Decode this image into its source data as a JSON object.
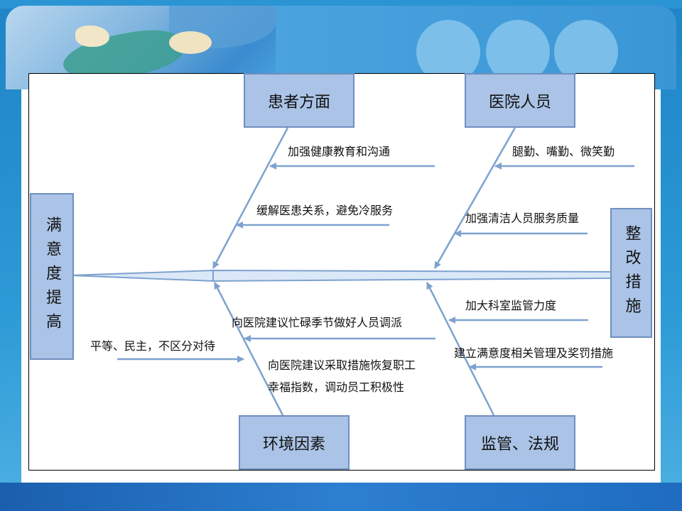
{
  "diagram": {
    "head": "整改措施",
    "tail": "满意度提高",
    "categories": {
      "top_left": "患者方面",
      "top_right": "医院人员",
      "bottom_left": "环境因素",
      "bottom_right": "监管、法规"
    },
    "causes": {
      "top_left": [
        "加强健康教育和沟通",
        "缓解医患关系，避免冷服务"
      ],
      "top_right": [
        "腿勤、嘴勤、微笑勤",
        "加强清洁人员服务质量"
      ],
      "bottom_left": [
        "向医院建议忙碌季节做好人员调派",
        "平等、民主，不区分对待",
        "向医院建议采取措施恢复职工",
        "幸福指数，调动员工积极性"
      ],
      "bottom_right": [
        "加大科室监管力度",
        "建立满意度相关管理及奖罚措施"
      ]
    },
    "colors": {
      "box_fill": "#aac3e6",
      "box_border": "#6f8fbf",
      "line": "#7ea2cf",
      "frame": "#2b95d4",
      "footer": "#1f6cc0"
    }
  }
}
